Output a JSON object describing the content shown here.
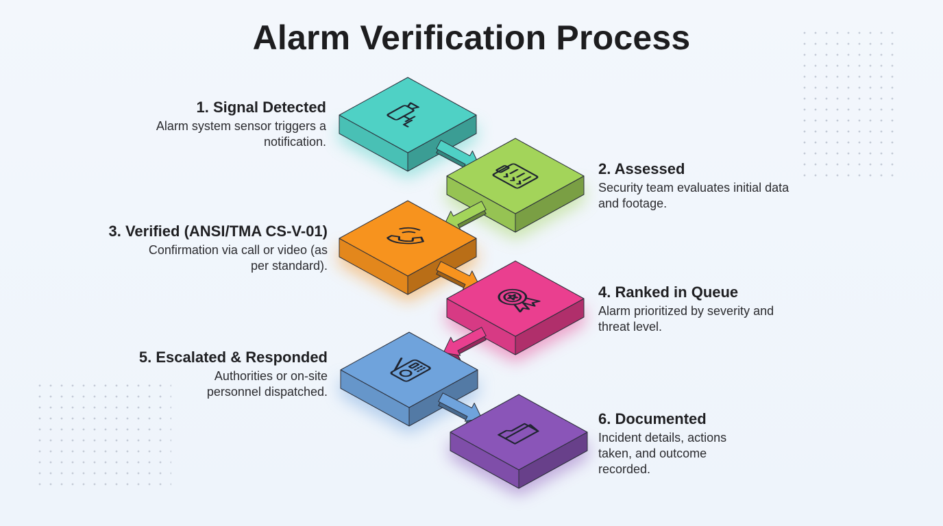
{
  "title": "Alarm Verification Process",
  "steps": [
    {
      "title": "1. Signal Detected",
      "description": "Alarm system sensor triggers a notification.",
      "icon": "security-camera-icon",
      "color": "#4fd1c5"
    },
    {
      "title": "2. Assessed",
      "description": "Security team evaluates initial data and footage.",
      "icon": "clipboard-checklist-icon",
      "color": "#a3d45a"
    },
    {
      "title": "3. Verified (ANSI/TMA CS-V-01)",
      "description": "Confirmation via call or video (as per standard).",
      "icon": "phone-call-icon",
      "color": "#f7931e"
    },
    {
      "title": "4. Ranked in Queue",
      "description": "Alarm prioritized by severity and threat level.",
      "icon": "award-badge-icon",
      "color": "#ea3f8f"
    },
    {
      "title": "5. Escalated & Responded",
      "description": "Authorities or on-site personnel dispatched.",
      "icon": "radio-icon",
      "color": "#6fa3dc"
    },
    {
      "title": "6. Documented",
      "description": "Incident details, actions taken, and outcome recorded.",
      "icon": "folder-icon",
      "color": "#8a55b8"
    }
  ]
}
